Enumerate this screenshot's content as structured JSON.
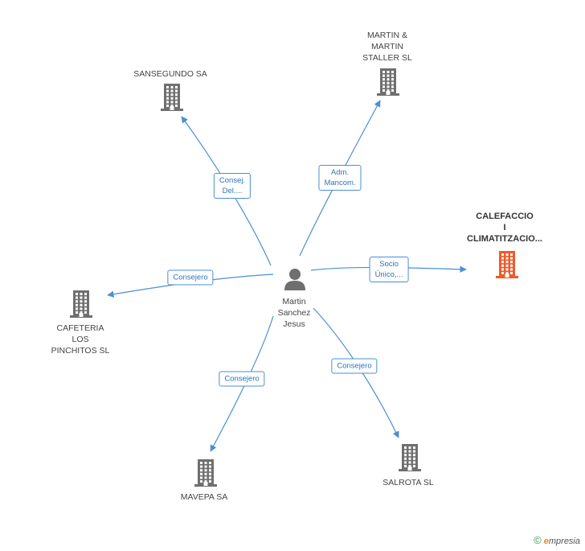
{
  "person": {
    "lines": [
      "Martin",
      "Sanchez",
      "Jesus"
    ]
  },
  "companies": {
    "sansegundo": {
      "lines": [
        "SANSEGUNDO SA"
      ]
    },
    "martin_martin": {
      "lines": [
        "MARTIN &",
        "MARTIN",
        "STALLER SL"
      ]
    },
    "calefaccio": {
      "lines": [
        "CALEFACCIO",
        "I",
        "CLIMATITZACIO..."
      ]
    },
    "cafeteria": {
      "lines": [
        "CAFETERIA",
        "LOS",
        "PINCHITOS SL"
      ]
    },
    "mavepa": {
      "lines": [
        "MAVEPA SA"
      ]
    },
    "salrota": {
      "lines": [
        "SALROTA SL"
      ]
    }
  },
  "relations": {
    "sansegundo": {
      "lines": [
        "Consej.",
        "Del...."
      ]
    },
    "martin_martin": {
      "lines": [
        "Adm.",
        "Mancom."
      ]
    },
    "calefaccio": {
      "lines": [
        "Socio",
        "Único,..."
      ]
    },
    "cafeteria": {
      "lines": [
        "Consejero"
      ]
    },
    "mavepa": {
      "lines": [
        "Consejero"
      ]
    },
    "salrota": {
      "lines": [
        "Consejero"
      ]
    }
  },
  "colors": {
    "edge": "#4a8fd6",
    "building": "#6f6f6f",
    "building_focus": "#f05a28",
    "person": "#6f6f6f"
  },
  "footer": {
    "copyright": "©",
    "brand_initial": "e",
    "brand_rest": "mpresia"
  }
}
